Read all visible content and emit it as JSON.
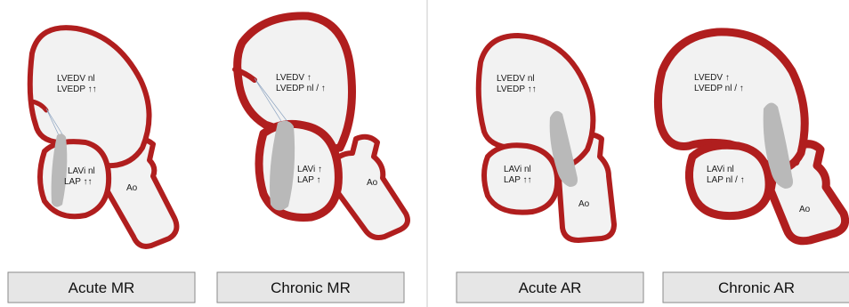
{
  "panels": {
    "acute_mr": {
      "caption": "Acute MR",
      "lv_line1": "LVEDV nl",
      "lv_line2": "LVEDP ↑↑",
      "la_line1": "LAVi nl",
      "la_line2": "LAP ↑↑",
      "ao": "Ao"
    },
    "chronic_mr": {
      "caption": "Chronic MR",
      "lv_line1": "LVEDV ↑",
      "lv_line2": "LVEDP nl / ↑",
      "la_line1": "LAVi ↑",
      "la_line2": "LAP ↑",
      "ao": "Ao"
    },
    "acute_ar": {
      "caption": "Acute AR",
      "lv_line1": "LVEDV nl",
      "lv_line2": "LVEDP ↑↑",
      "la_line1": "LAVi nl",
      "la_line2": "LAP ↑↑",
      "ao": "Ao"
    },
    "chronic_ar": {
      "caption": "Chronic AR",
      "lv_line1": "LVEDV ↑",
      "lv_line2": "LVEDP nl / ↑",
      "la_line1": "LAVi nl",
      "la_line2": "LAP nl / ↑",
      "ao": "Ao"
    }
  },
  "colors": {
    "myocardium": "#b01e1e",
    "chamber": "#f2f2f2",
    "regurgitant_jet": "#b9b9b9",
    "caption_box": "#e6e6e6",
    "divider": "#c8c8c8"
  }
}
